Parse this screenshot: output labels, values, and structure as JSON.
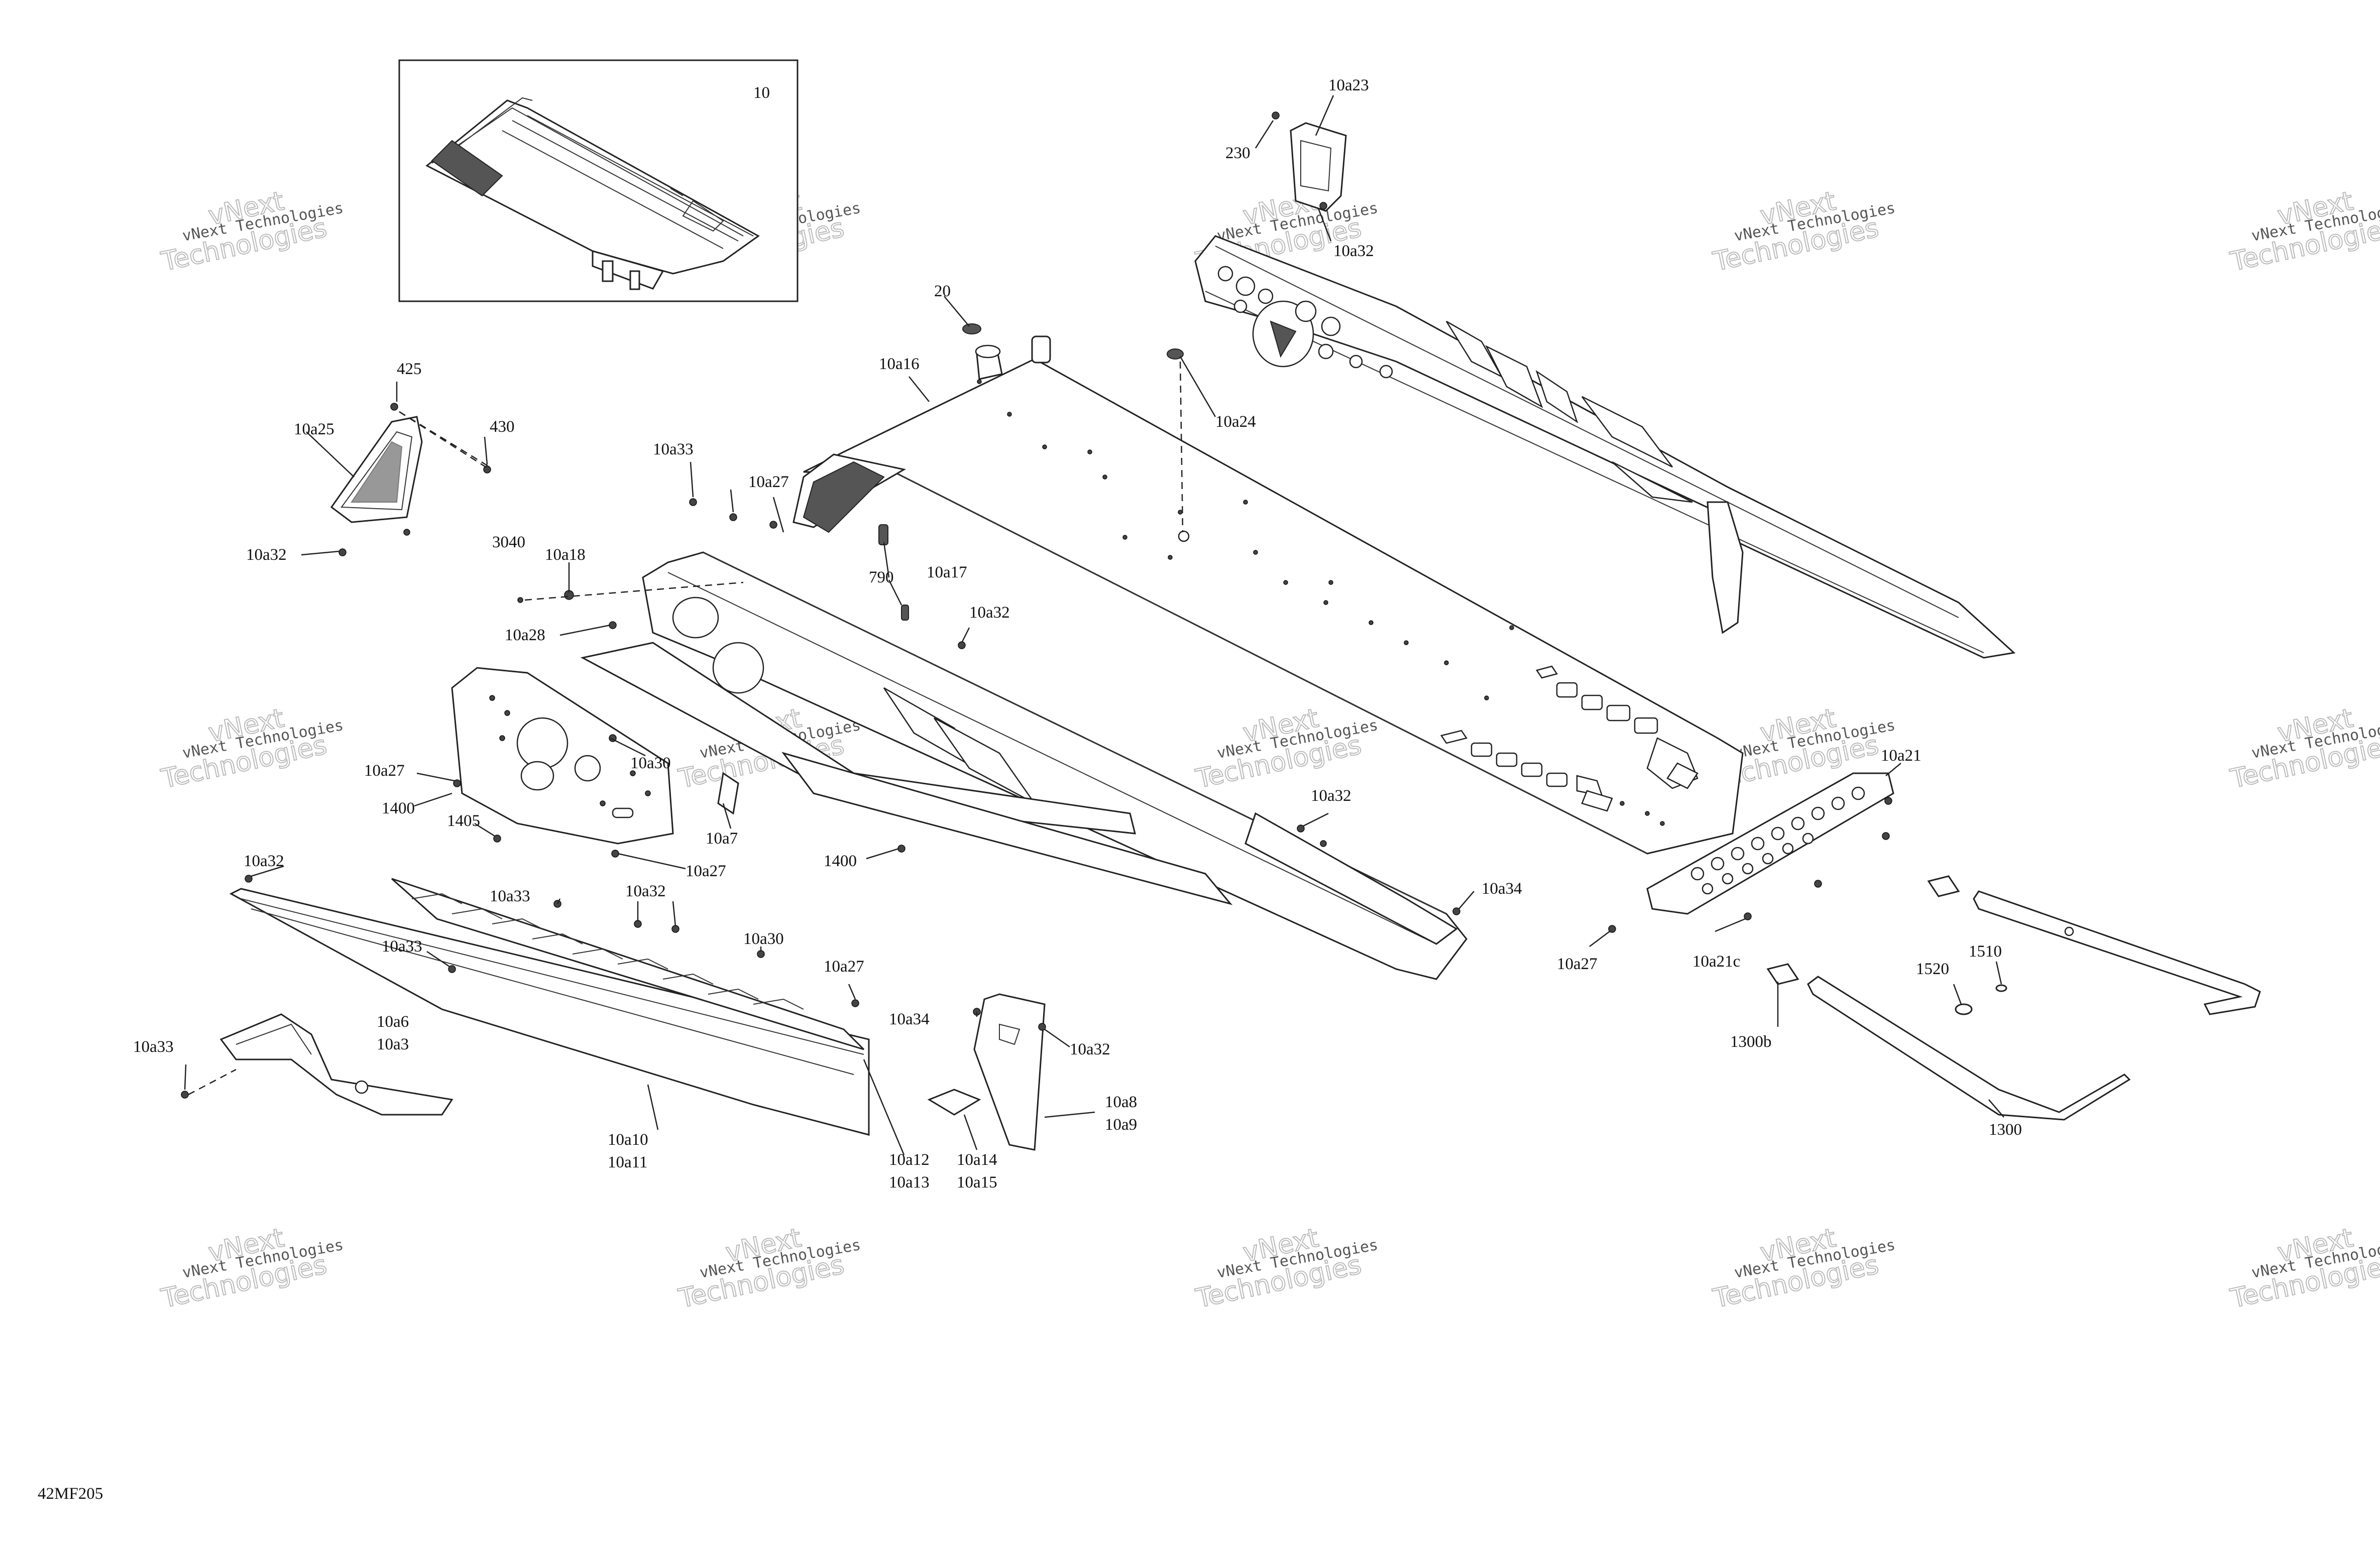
{
  "diagram": {
    "code": "42MF205",
    "inset_label": "10",
    "watermark": {
      "line1": "vNext Technologies",
      "line2": "Technologies",
      "line3": "vNext"
    },
    "labels": [
      {
        "id": "10a23",
        "text": "10a23"
      },
      {
        "id": "230",
        "text": "230"
      },
      {
        "id": "10a32-top",
        "text": "10a32"
      },
      {
        "id": "20",
        "text": "20"
      },
      {
        "id": "10a16",
        "text": "10a16"
      },
      {
        "id": "10a24",
        "text": "10a24"
      },
      {
        "id": "425",
        "text": "425"
      },
      {
        "id": "430",
        "text": "430"
      },
      {
        "id": "10a25",
        "text": "10a25"
      },
      {
        "id": "10a32-left",
        "text": "10a32"
      },
      {
        "id": "10a33-a",
        "text": "10a33"
      },
      {
        "id": "10a27-a",
        "text": "10a27"
      },
      {
        "id": "3040",
        "text": "3040"
      },
      {
        "id": "10a18",
        "text": "10a18"
      },
      {
        "id": "790",
        "text": "790"
      },
      {
        "id": "10a17",
        "text": "10a17"
      },
      {
        "id": "10a28",
        "text": "10a28"
      },
      {
        "id": "10a32-mid",
        "text": "10a32"
      },
      {
        "id": "10a30-a",
        "text": "10a30"
      },
      {
        "id": "10a27-b",
        "text": "10a27"
      },
      {
        "id": "1400-a",
        "text": "1400"
      },
      {
        "id": "1405",
        "text": "1405"
      },
      {
        "id": "10a7",
        "text": "10a7"
      },
      {
        "id": "10a27-c",
        "text": "10a27"
      },
      {
        "id": "1400-b",
        "text": "1400"
      },
      {
        "id": "10a32-center",
        "text": "10a32"
      },
      {
        "id": "10a34-a",
        "text": "10a34"
      },
      {
        "id": "10a21",
        "text": "10a21"
      },
      {
        "id": "10a27-d",
        "text": "10a27"
      },
      {
        "id": "10a21c",
        "text": "10a21c"
      },
      {
        "id": "10a32-b",
        "text": "10a32"
      },
      {
        "id": "10a33-b",
        "text": "10a33"
      },
      {
        "id": "10a32-c",
        "text": "10a32"
      },
      {
        "id": "10a33-c",
        "text": "10a33"
      },
      {
        "id": "10a30-b",
        "text": "10a30"
      },
      {
        "id": "10a27-e",
        "text": "10a27"
      },
      {
        "id": "10a6",
        "text": "10a6"
      },
      {
        "id": "10a3",
        "text": "10a3"
      },
      {
        "id": "10a33-d",
        "text": "10a33"
      },
      {
        "id": "10a34-b",
        "text": "10a34"
      },
      {
        "id": "10a32-d",
        "text": "10a32"
      },
      {
        "id": "10a8",
        "text": "10a8"
      },
      {
        "id": "10a9",
        "text": "10a9"
      },
      {
        "id": "10a10",
        "text": "10a10"
      },
      {
        "id": "10a11",
        "text": "10a11"
      },
      {
        "id": "10a12",
        "text": "10a12"
      },
      {
        "id": "10a13",
        "text": "10a13"
      },
      {
        "id": "10a14",
        "text": "10a14"
      },
      {
        "id": "10a15",
        "text": "10a15"
      },
      {
        "id": "1520",
        "text": "1520"
      },
      {
        "id": "1510",
        "text": "1510"
      },
      {
        "id": "1300b",
        "text": "1300b"
      },
      {
        "id": "1300",
        "text": "1300"
      }
    ]
  }
}
